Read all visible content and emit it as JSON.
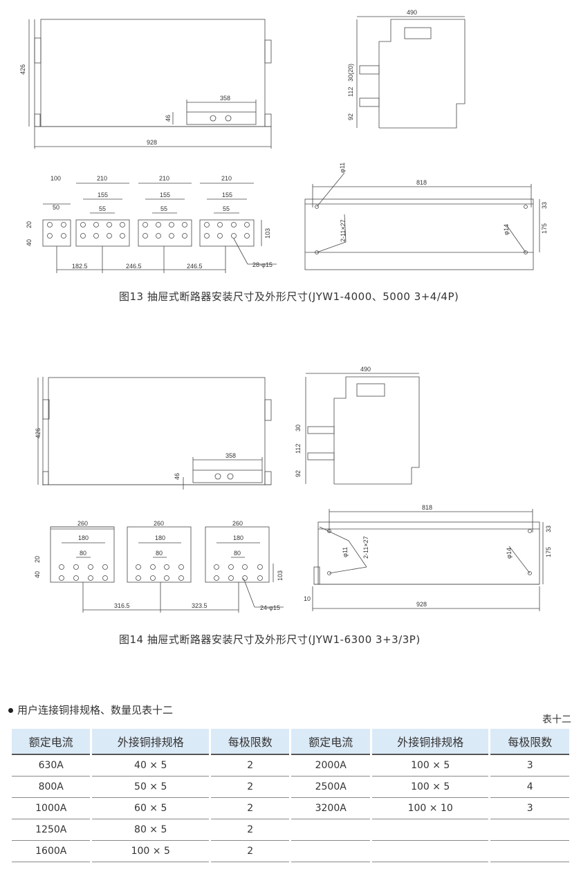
{
  "fig13": {
    "caption": "图13   抽屉式断路器安装尺寸及外形尺寸(JYW1-4000、5000 3+4/4P)",
    "dims": {
      "h426": "426",
      "w358": "358",
      "h46": "46",
      "w928": "928",
      "w490": "490",
      "d30_20": "30(20)",
      "d112": "112",
      "d92": "92",
      "w100": "100",
      "w50": "50",
      "w210a": "210",
      "w210b": "210",
      "w210c": "210",
      "w155a": "155",
      "w155b": "155",
      "w155c": "155",
      "w55a": "55",
      "w55b": "55",
      "w55c": "55",
      "d20": "20",
      "d40": "40",
      "d103": "103",
      "p182": "182.5",
      "p246a": "246.5",
      "p246b": "246.5",
      "holes": "28-φ15",
      "phi11": "φ11",
      "w818": "818",
      "d33": "33",
      "d175": "175",
      "slot": "2-11×27",
      "phi14": "φ14"
    }
  },
  "fig14": {
    "caption": "图14   抽屉式断路器安装尺寸及外形尺寸(JYW1-6300 3+3/3P)",
    "dims": {
      "h426": "426",
      "w358": "358",
      "h46": "46",
      "w490": "490",
      "d30": "30",
      "d112": "112",
      "d92": "92",
      "w260a": "260",
      "w260b": "260",
      "w260c": "260",
      "w180a": "180",
      "w180b": "180",
      "w180c": "180",
      "w80a": "80",
      "w80b": "80",
      "w80c": "80",
      "d20": "20",
      "d40": "40",
      "d103": "103",
      "p316": "316.5",
      "p323": "323.5",
      "holes": "24-φ15",
      "w818": "818",
      "slot": "2-11×27",
      "phi11": "φ11",
      "phi14": "φ14",
      "d33": "33",
      "d175": "175",
      "d10": "10",
      "w928": "928"
    }
  },
  "note": "用户连接铜排规格、数量见表十二",
  "table_label": "表十二",
  "table": {
    "headers": [
      "额定电流",
      "外接铜排规格",
      "每极限数",
      "额定电流",
      "外接铜排规格",
      "每极限数"
    ],
    "rows": [
      [
        "630A",
        "40 × 5",
        "2",
        "2000A",
        "100 × 5",
        "3"
      ],
      [
        "800A",
        "50 × 5",
        "2",
        "2500A",
        "100 × 5",
        "4"
      ],
      [
        "1000A",
        "60 × 5",
        "2",
        "3200A",
        "100 × 10",
        "3"
      ],
      [
        "1250A",
        "80 × 5",
        "2",
        "",
        "",
        ""
      ],
      [
        "1600A",
        "100 × 5",
        "2",
        "",
        "",
        ""
      ]
    ]
  }
}
